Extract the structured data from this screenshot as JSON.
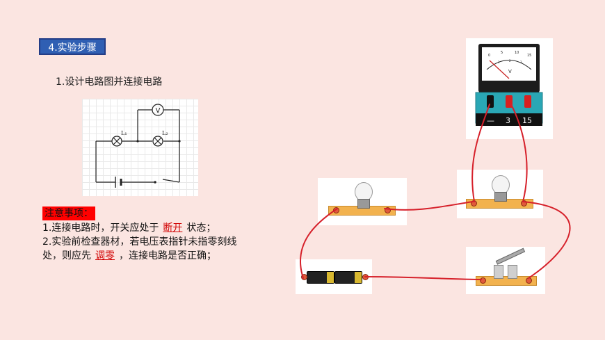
{
  "step_title": "4.实验步骤",
  "sub_title": "1.设计电路图并连接电路",
  "schematic": {
    "voltmeter_symbol": "V",
    "lamp1_label": "L₁",
    "lamp2_label": "L₂"
  },
  "notes": {
    "heading": "注意事项：",
    "line1": {
      "before": "1.连接电路时，开关应处于",
      "blank": "断开",
      "after": "状态；"
    },
    "line2": "2.实验前检查器材，若电压表指针未指零刻线",
    "line3": {
      "before": "处，则应先",
      "blank": "调零",
      "after": "，连接电路是否正确；"
    }
  },
  "voltmeter": {
    "unit": "V",
    "scale_ticks": [
      "0",
      "5",
      "10",
      "15"
    ],
    "scale_ticks_low": [
      "1",
      "2",
      "3"
    ],
    "terminal_labels": [
      "—",
      "3",
      "15"
    ],
    "colors": {
      "body": "#1c1c1c",
      "panel": "#2aa7b5",
      "red": "#d82020",
      "black": "#111111"
    }
  },
  "colors": {
    "background": "#fbe5e1",
    "wire": "#d6202a",
    "step_title_bg": "#2f5fb3",
    "notes_heading_bg": "#ff0000",
    "blank_text": "#d10000"
  }
}
